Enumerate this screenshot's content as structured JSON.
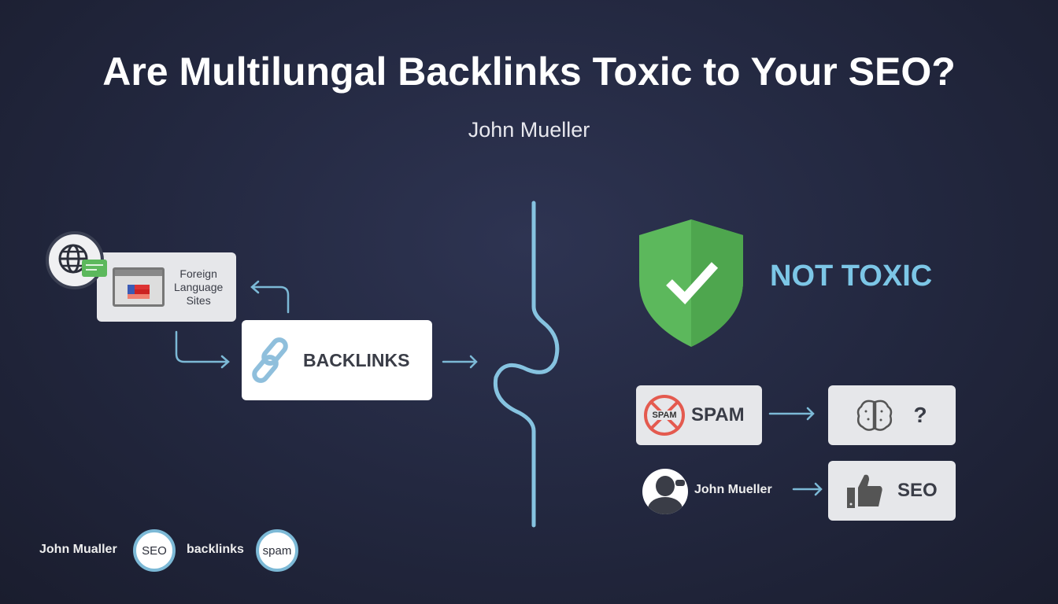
{
  "title": "Are Multilungal Backlinks Toxic to Your SEO?",
  "subtitle": "John Mueller",
  "left": {
    "foreign_sites": "Foreign\nLanguage\nSites",
    "backlinks": "BACKLINKS"
  },
  "right": {
    "verdict": "NOT TOXIC",
    "spam": "SPAM",
    "spam_icon_text": "SPAM",
    "question": "?",
    "person": "John Mueller",
    "seo": "SEO"
  },
  "footer": {
    "name": "John Mualler",
    "chip1": "SEO",
    "word": "backlinks",
    "chip2": "spam"
  },
  "colors": {
    "accent": "#7cc6e6",
    "shield": "#5cb85c",
    "background": "#232840"
  }
}
